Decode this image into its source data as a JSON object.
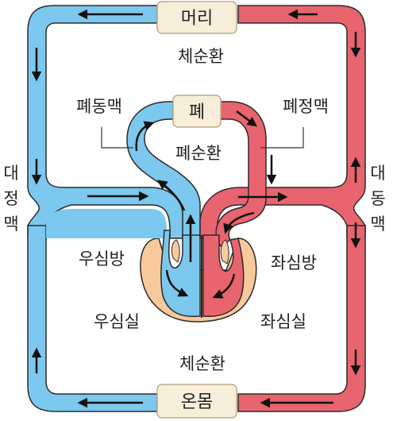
{
  "organs": {
    "head": "머리",
    "lung": "폐",
    "body": "온몸"
  },
  "labels": {
    "systemic_top": "체순환",
    "systemic_bottom": "체순환",
    "pulmonary": "폐순환",
    "pulmonary_artery": "폐동맥",
    "pulmonary_vein": "폐정맥",
    "right_atrium": "우심방",
    "right_ventricle": "우심실",
    "left_atrium": "좌심방",
    "left_ventricle": "좌심실",
    "vena_cava": [
      "대",
      "정",
      "맥"
    ],
    "aorta": [
      "대",
      "동",
      "맥"
    ]
  },
  "colors": {
    "venous_blood": "#7cc8ee",
    "arterial_blood": "#e8646e",
    "heart_tissue": "#f7c99b",
    "organ_box": "#f6eed9",
    "outline": "#2a2a2a",
    "arrow": "#111111"
  }
}
